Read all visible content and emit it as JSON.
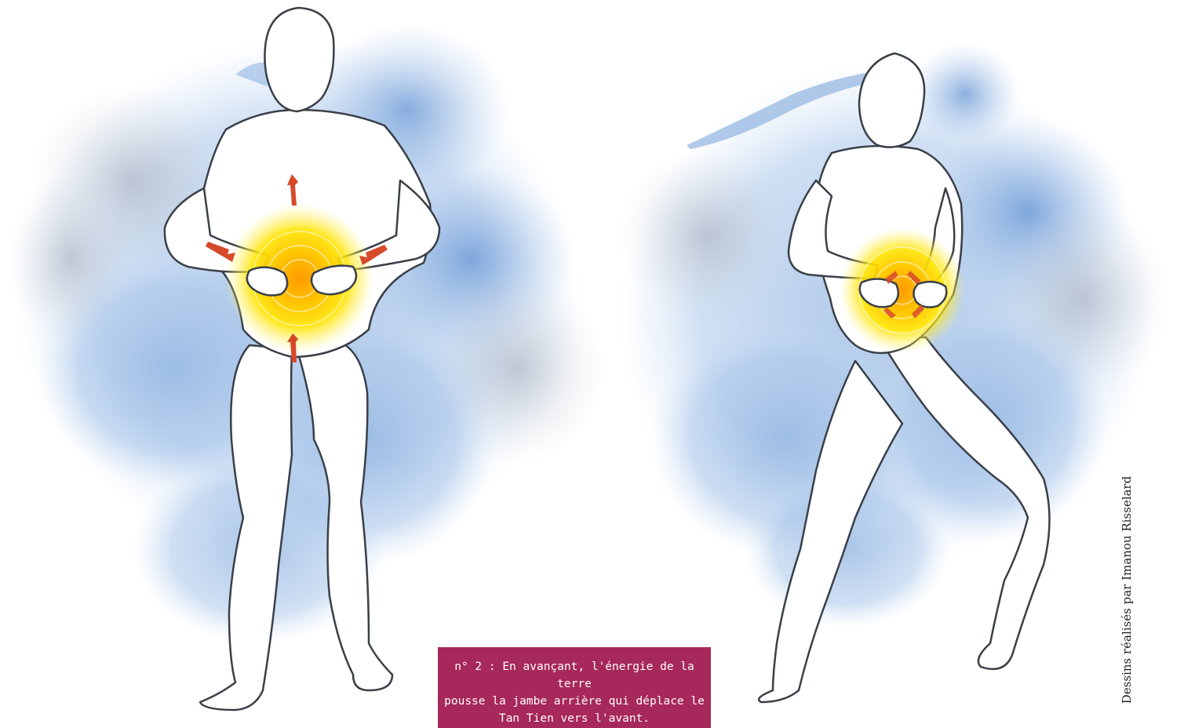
{
  "caption": {
    "line1": "n° 2 : En avançant, l'énergie de la terre",
    "line2": "pousse la jambe arrière qui déplace le",
    "line3": "Tan Tien vers l'avant."
  },
  "credit": "Dessins réalisés par Imanou Risselard",
  "colors": {
    "caption_bg": "#a7285a",
    "watercolor_blue": "#8fb3e0",
    "energy_yellow": "#ffe400",
    "arrow_red": "#d64a2a"
  }
}
